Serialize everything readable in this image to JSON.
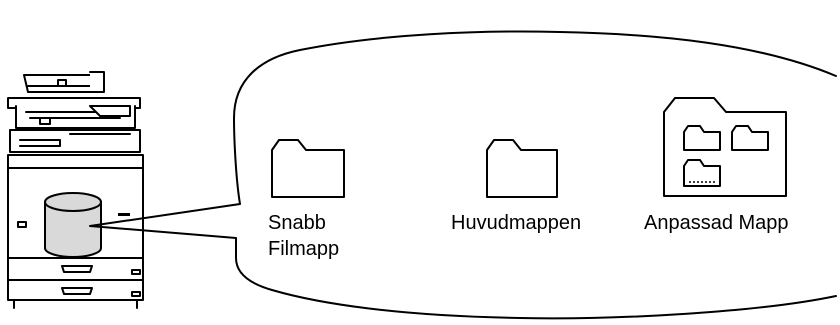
{
  "folders": {
    "quick_file_folder": {
      "line1": "Snabb",
      "line2": "Filmapp"
    },
    "main_folder": {
      "label": "Huvudmappen"
    },
    "custom_folder": {
      "label": "Anpassad Mapp"
    }
  },
  "colors": {
    "stroke": "#000000",
    "storage_fill": "#d9d9d9",
    "machine_fill": "#ffffff"
  },
  "icons": {
    "machine": "multifunction-printer-icon",
    "storage": "storage-drive-icon",
    "folder": "folder-icon"
  }
}
